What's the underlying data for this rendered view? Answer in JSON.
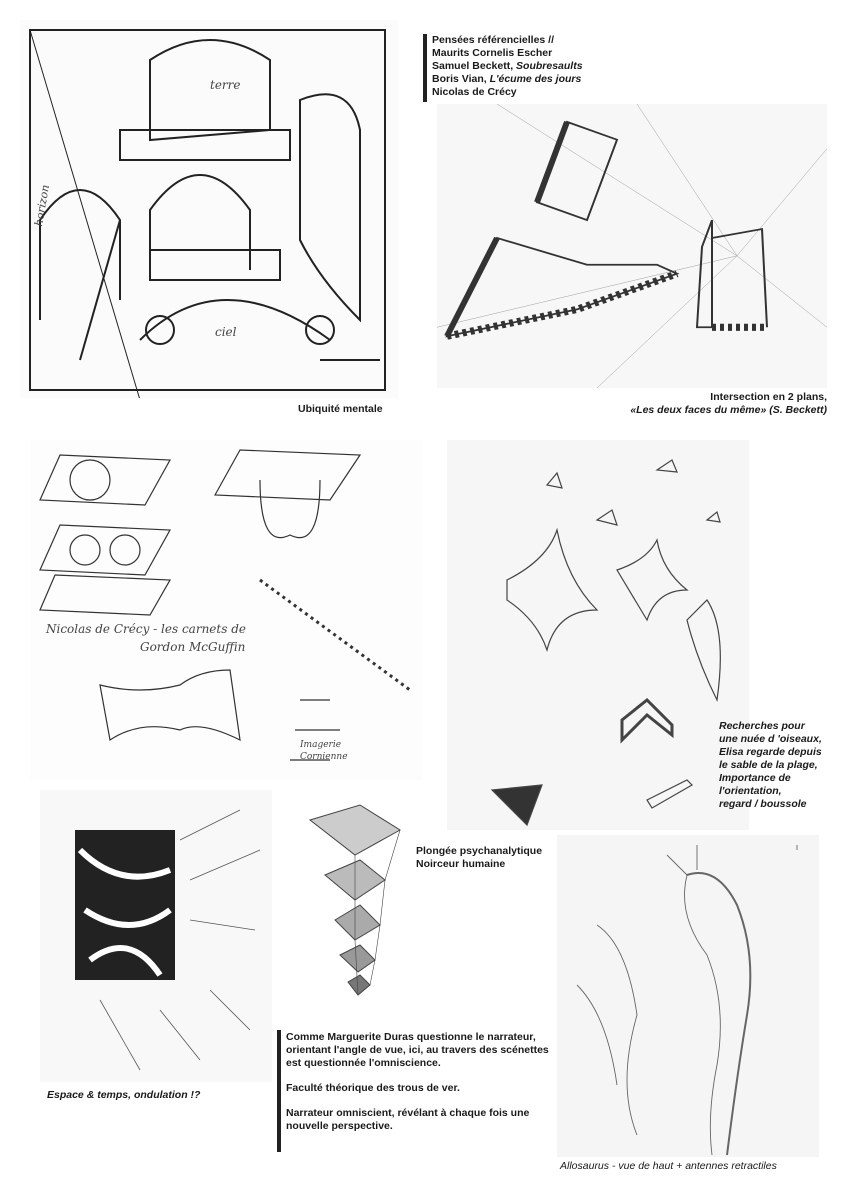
{
  "references": {
    "lines": [
      {
        "text": "Pensées référencielles //",
        "italic": ""
      },
      {
        "text": "Maurits Cornelis Escher",
        "italic": ""
      },
      {
        "text": "Samuel Beckett, ",
        "italic": "Soubresaults"
      },
      {
        "text": "Boris Vian, ",
        "italic": "L'écume des jours"
      },
      {
        "text": "Nicolas de Crécy",
        "italic": ""
      }
    ]
  },
  "sketches": {
    "arches": {
      "caption": "Ubiquité mentale",
      "labels": {
        "top": "terre",
        "left": "horizon",
        "bottom": "ciel"
      }
    },
    "stairs": {
      "caption_line1": "Intersection en 2 plans,",
      "caption_line2": "«Les deux faces du même» (S. Beckett)"
    },
    "wormhole": {
      "handwriting_line1": "Nicolas de Crécy - les carnets de",
      "handwriting_line2": "Gordon McGuffin",
      "handwriting_small1": "Imagerie",
      "handwriting_small2": "Cornienne"
    },
    "birds": {
      "caption": [
        "Recherches pour",
        "une nuée d 'oiseaux,",
        "Elisa regarde depuis",
        "le sable de la plage,",
        "Importance de",
        "l'orientation,",
        "regard / boussole"
      ]
    },
    "hatching": {
      "caption": "Espace & temps, ondulation !?"
    },
    "diamonds": {
      "caption_line1": "Plongée psychanalytique",
      "caption_line2": "Noirceur humaine"
    },
    "allosaurus": {
      "caption": "Allosaurus - vue de haut + antennes retractiles"
    }
  },
  "narrator_block": {
    "p1": "Comme Marguerite Duras questionne le narrateur, orientant l'angle de vue, ici, au travers des scénettes est questionnée l'omniscience.",
    "p2": "Faculté théorique des trous de ver.",
    "p3": "Narrateur omniscient, révélant à chaque fois une nouvelle perspective."
  }
}
